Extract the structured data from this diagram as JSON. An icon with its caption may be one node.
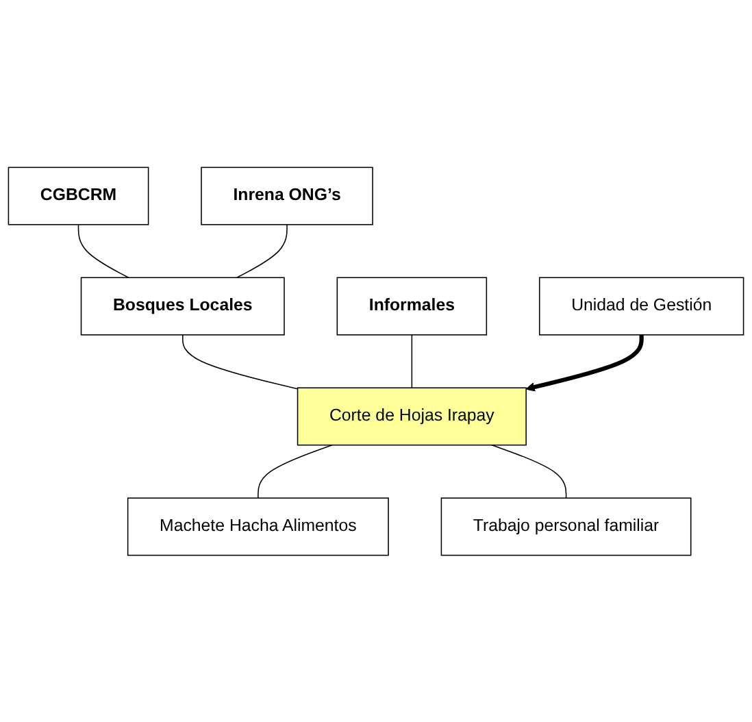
{
  "diagram": {
    "nodes": [
      {
        "text": [
          "CGBCRM"
        ]
      },
      {
        "text": [
          "Inrena ONG’s"
        ]
      },
      {
        "text": [
          "Bosques Locales"
        ]
      },
      {
        "text": [
          "Informales"
        ]
      },
      {
        "text": [
          "Unidad de Gestión"
        ]
      },
      {
        "text": [
          "Corte de Hojas Irapay"
        ]
      },
      {
        "text": [
          "Machete Hacha Alimentos"
        ]
      },
      {
        "text": [
          "Trabajo personal familiar"
        ]
      }
    ],
    "edges": [
      {
        "from": 0,
        "to": 2,
        "arrow": "none"
      },
      {
        "from": 1,
        "to": 2,
        "arrow": "none"
      },
      {
        "from": 2,
        "to": 5,
        "arrow": "none"
      },
      {
        "from": 3,
        "to": 5,
        "arrow": "none"
      },
      {
        "from": 4,
        "to": 5,
        "arrow": "to",
        "style": "thick"
      },
      {
        "from": 5,
        "to": 6,
        "arrow": "none"
      },
      {
        "from": 5,
        "to": 7,
        "arrow": "none"
      }
    ]
  }
}
